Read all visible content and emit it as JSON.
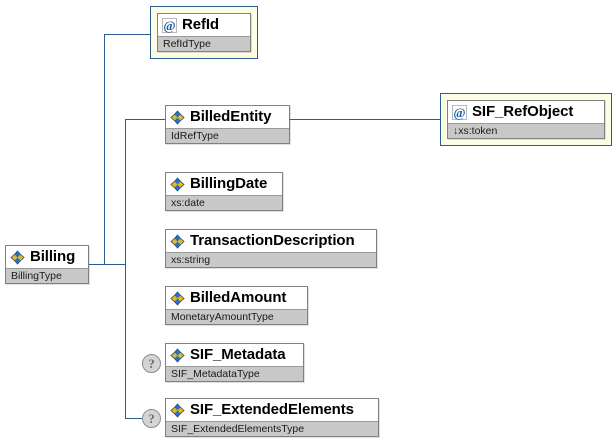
{
  "diagram": {
    "kind": "xml-schema-element-diagram",
    "root": "Billing",
    "colors": {
      "connector": "#2c5d8f",
      "node_border": "#808080",
      "type_row_bg": "#c8c8c8",
      "attribute_frame": "#2c5d8f",
      "attribute_matte": "#fdfde4",
      "optional_marker": "#d4d4d4",
      "canvas": "#ffffff"
    }
  },
  "nodes": {
    "refid": {
      "name": "RefId",
      "type": "RefIdType",
      "icon": "at-sign-icon",
      "kind": "attribute",
      "optional": false
    },
    "sif_refobject": {
      "name": "SIF_RefObject",
      "type": "↓xs:token",
      "icon": "at-sign-icon",
      "kind": "attribute",
      "optional": false
    },
    "billing": {
      "name": "Billing",
      "type": "BillingType",
      "icon": "element-diamond-icon",
      "kind": "element",
      "optional": false
    },
    "billed_entity": {
      "name": "BilledEntity",
      "type": "IdRefType",
      "icon": "element-diamond-icon",
      "kind": "element",
      "optional": false
    },
    "billing_date": {
      "name": "BillingDate",
      "type": "xs:date",
      "icon": "element-diamond-icon",
      "kind": "element",
      "optional": false
    },
    "transaction_description": {
      "name": "TransactionDescription",
      "type": "xs:string",
      "icon": "element-diamond-icon",
      "kind": "element",
      "optional": false
    },
    "billed_amount": {
      "name": "BilledAmount",
      "type": "MonetaryAmountType",
      "icon": "element-diamond-icon",
      "kind": "element",
      "optional": false
    },
    "sif_metadata": {
      "name": "SIF_Metadata",
      "type": "SIF_MetadataType",
      "icon": "element-diamond-icon",
      "kind": "element",
      "optional": true,
      "optional_marker": "?"
    },
    "sif_extended_elements": {
      "name": "SIF_ExtendedElements",
      "type": "SIF_ExtendedElementsType",
      "icon": "element-diamond-icon",
      "kind": "element",
      "optional": true,
      "optional_marker": "?"
    }
  }
}
